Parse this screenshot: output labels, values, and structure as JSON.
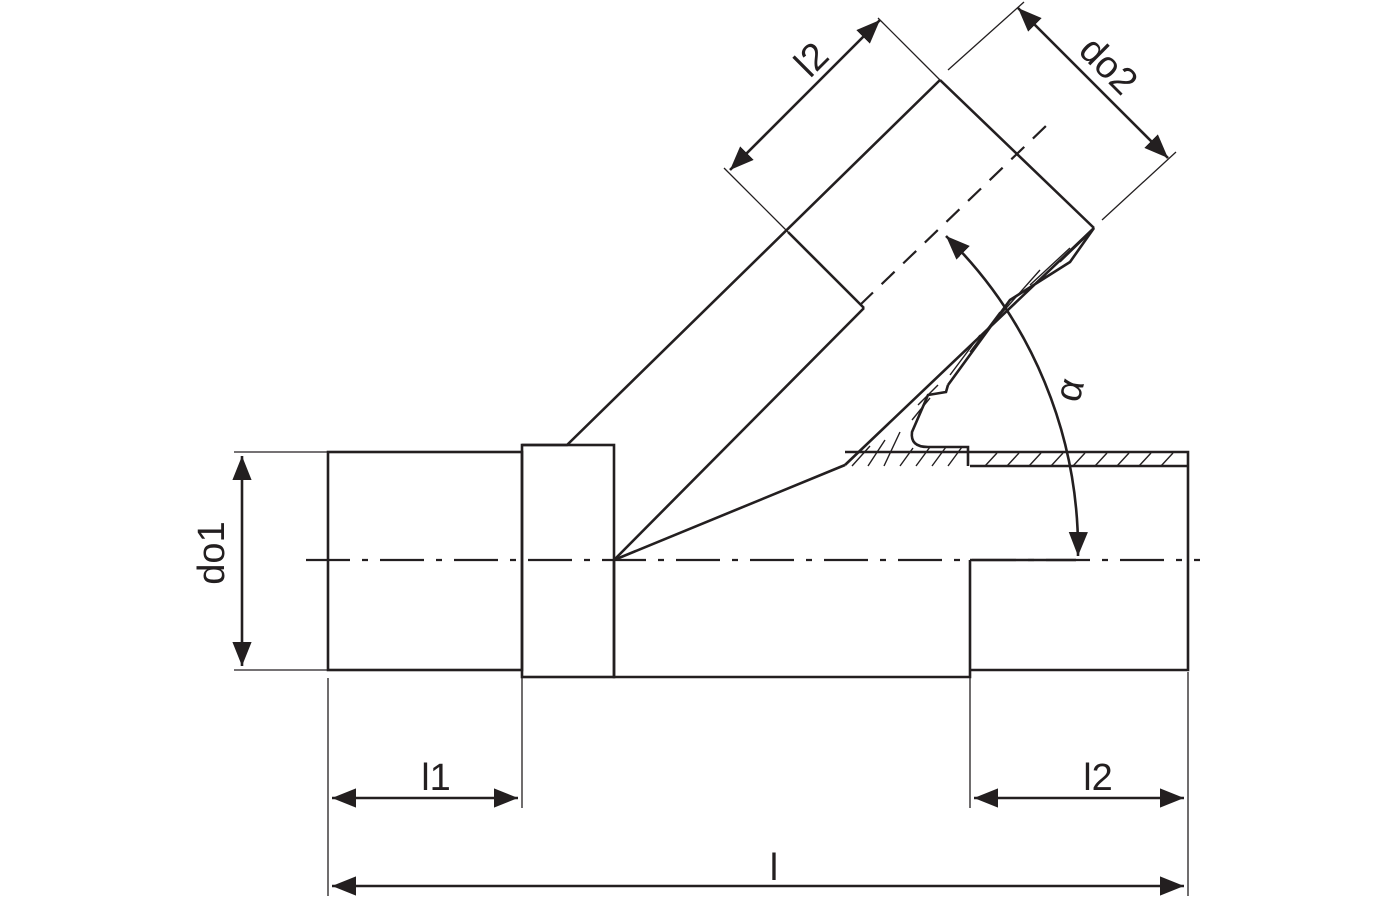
{
  "labels": {
    "do1": "do1",
    "do2": "do2",
    "l1": "l1",
    "l2_bottom": "l2",
    "l2_branch": "l2",
    "l_total": "l",
    "alpha": "α"
  },
  "colors": {
    "stroke": "#231f20",
    "background": "#ffffff"
  }
}
